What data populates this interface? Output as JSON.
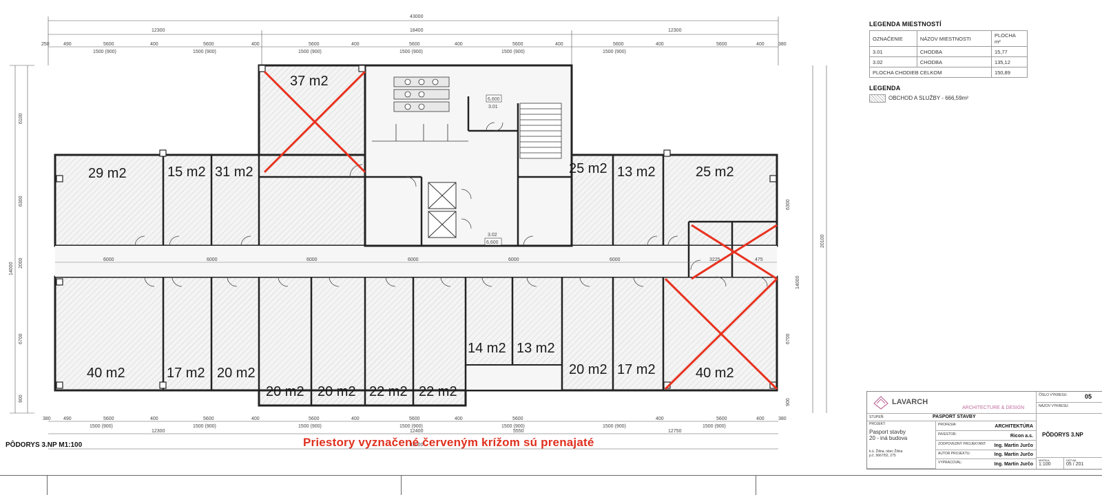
{
  "dimensions": {
    "total_top": "43000",
    "seg_top": [
      "12300",
      "18400",
      "12300"
    ],
    "top_details": [
      "250",
      "490",
      "5600",
      "400",
      "5600",
      "400",
      "5600",
      "400",
      "5600",
      "400",
      "5600",
      "400",
      "5600",
      "400",
      "5600",
      "400",
      "380"
    ],
    "top_sub": [
      "1500 (900)",
      "1500 (900)",
      "1500 (900)",
      "1500 (900)",
      "1500 (900)",
      "1500 (900)"
    ],
    "corridor_dims": [
      "6000",
      "6000",
      "6000",
      "6000",
      "6000",
      "6000",
      "3225",
      "475"
    ],
    "bottom_total": "43000",
    "bottom_segs": [
      "12300",
      "12400",
      "5550",
      "12750"
    ],
    "bottom_details": [
      "380",
      "490",
      "5600",
      "400",
      "5600",
      "400",
      "5600",
      "400",
      "5600",
      "400",
      "5600",
      "400",
      "5600",
      "400",
      "380"
    ],
    "bottom_sub": [
      "1500 (900)",
      "1500 (900)",
      "1500 (900)",
      "1500 (900)",
      "1500 (900)",
      "1500 (900)",
      "1500 (900)"
    ],
    "left_vert": [
      "6100",
      "6300",
      "14000",
      "2000",
      "6700",
      "900"
    ],
    "right_vert": [
      "6300",
      "20100",
      "14000",
      "6700",
      "900"
    ]
  },
  "rooms": {
    "r37": "37 m2",
    "r29": "29 m2",
    "r15": "15 m2",
    "r31": "31 m2",
    "r25a": "25 m2",
    "r13a": "13 m2",
    "r25b": "25 m2",
    "r40a": "40 m2",
    "r17a": "17 m2",
    "r20a": "20 m2",
    "r20b": "20 m2",
    "r20c": "20 m2",
    "r22a": "22 m2",
    "r22b": "22 m2",
    "r14": "14 m2",
    "r13b": "13 m2",
    "r20d": "20 m2",
    "r17b": "17 m2",
    "r40b": "40 m2"
  },
  "room_tags": {
    "tag_301_area": "6,600",
    "tag_301_no": "3.01",
    "tag_302_no": "3.02",
    "tag_302_area": "6,600"
  },
  "legend": {
    "title": "LEGENDA MIESTNOSTÍ",
    "headers": [
      "OZNAČENIE",
      "NÁZOV MIESTNOSTI",
      "PLOCHA",
      "m²"
    ],
    "rows": [
      {
        "id": "3.01",
        "name": "CHODBA",
        "area": "15,77"
      },
      {
        "id": "3.02",
        "name": "CHODBA",
        "area": "135,12"
      }
    ],
    "total_label": "PLOCHA CHODIEB CELKOM",
    "total_value": "150,89",
    "legend2_title": "LEGENDA",
    "legend2_item": "OBCHOD A SLUŽBY - 666,59m²"
  },
  "title_block": {
    "company": "LAVARCH",
    "tagline": "ARCHITECTURE & DESIGN",
    "sheet_no_label": "ČÍSLO VÝKRESU:",
    "sheet_no": "05",
    "stupen_label": "STUPEŇ:",
    "stupen": "PASPORT STAVBY",
    "project_label": "PROJEKT:",
    "project": "Pasport stavby",
    "project2": "20 - iná budova",
    "address": "k.ú. Žilina, obec Žilina",
    "address2": "p.č. 5667/52, 275",
    "part_label": "PROFESIA:",
    "part": "ARCHITEKTÚRA",
    "investor_label": "INVESTOR:",
    "investor": "Ricon a.s.",
    "responsible_label": "ZODPOVEDNÝ PROJEKTANT:",
    "responsible": "Ing. Martin Jurčo",
    "author_label": "AUTOR PROJEKTU:",
    "author": "Ing. Martin Jurčo",
    "drawn_label": "VYPRACOVAL:",
    "drawn": "Ing. Martin Jurčo",
    "drawing_name_label": "NÁZOV VÝKRESU:",
    "drawing_name": "PÔDORYS 3.NP",
    "scale_label": "MIERKA:",
    "scale": "1:100",
    "date_label": "DÁTUM:",
    "date": "05 / 201"
  },
  "plan_label": "PÔDORYS 3.NP   M1:100",
  "note": "Priestory vyznačené červeným krížom sú prenajaté",
  "colors": {
    "cross": "#e8321f",
    "wall": "#222222",
    "hatch": "#bdbdbd",
    "note": "#e0301e"
  }
}
